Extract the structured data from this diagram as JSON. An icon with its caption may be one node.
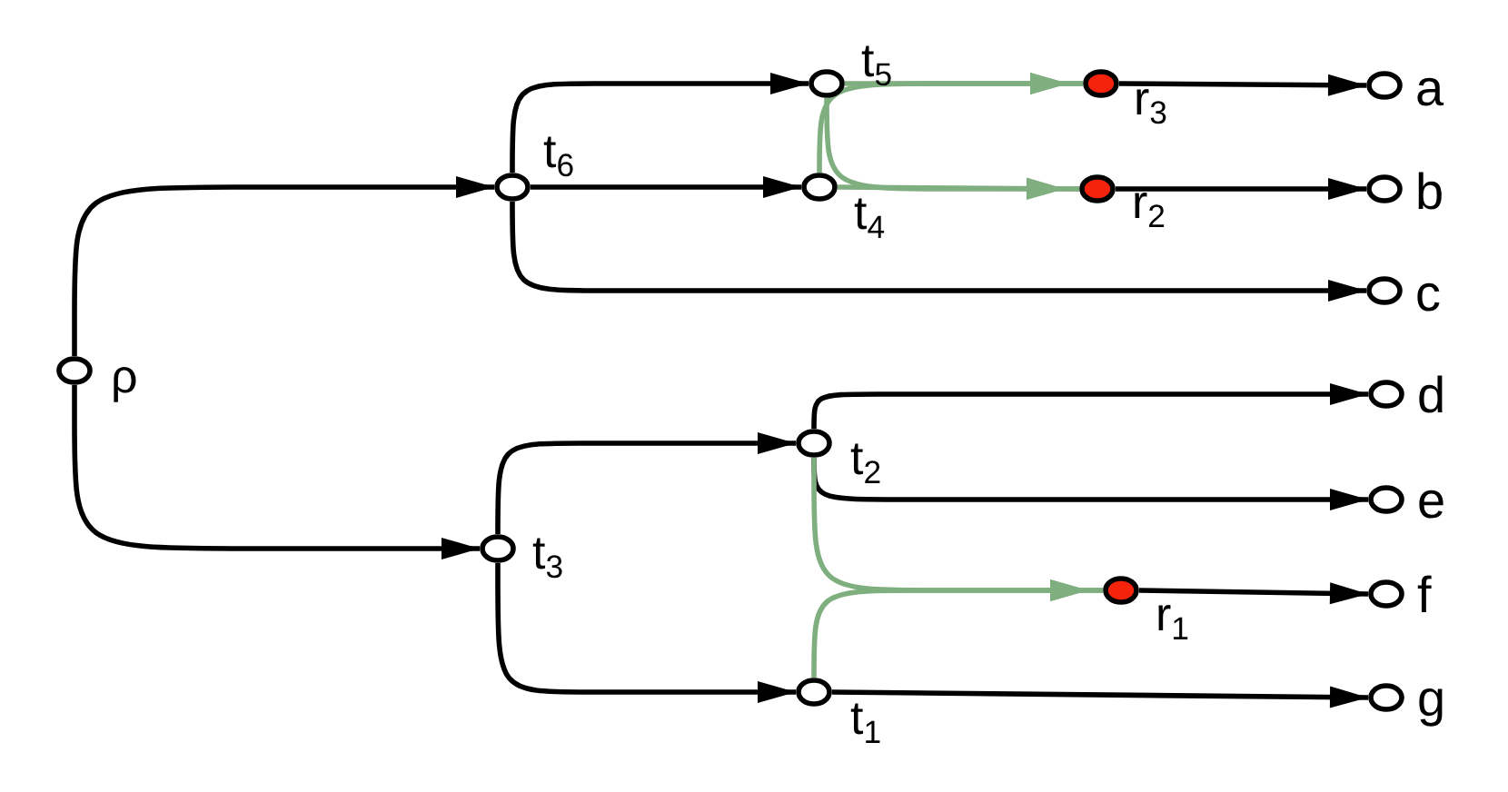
{
  "diagram": {
    "nodes": [
      {
        "text": [],
        "shape": "circle",
        "beside": [
          "ρ"
        ]
      },
      {
        "text": [],
        "shape": "circle",
        "beside": [
          "t$_{6}$"
        ]
      },
      {
        "text": [],
        "shape": "circle",
        "beside": [
          "t$_{5}$"
        ]
      },
      {
        "text": [],
        "shape": "circle",
        "beside": [
          "t$_{4}$"
        ]
      },
      {
        "text": [],
        "shape": "circle",
        "beside": [
          "r$_{3}$"
        ]
      },
      {
        "text": [],
        "shape": "circle",
        "beside": [
          "r$_{2}$"
        ]
      },
      {
        "text": [],
        "shape": "circle",
        "beside": [
          "a"
        ]
      },
      {
        "text": [],
        "shape": "circle",
        "beside": [
          "b"
        ]
      },
      {
        "text": [],
        "shape": "circle",
        "beside": [
          "c"
        ]
      },
      {
        "text": [],
        "shape": "circle",
        "beside": [
          "t$_{3}$"
        ]
      },
      {
        "text": [],
        "shape": "circle",
        "beside": [
          "t$_{2}$"
        ]
      },
      {
        "text": [],
        "shape": "circle",
        "beside": [
          "t$_{1}$"
        ]
      },
      {
        "text": [],
        "shape": "circle",
        "beside": [
          "r$_{1}$"
        ]
      },
      {
        "text": [],
        "shape": "circle",
        "beside": [
          "d"
        ]
      },
      {
        "text": [],
        "shape": "circle",
        "beside": [
          "e"
        ]
      },
      {
        "text": [],
        "shape": "circle",
        "beside": [
          "f"
        ]
      },
      {
        "text": [],
        "shape": "circle",
        "beside": [
          "g"
        ]
      }
    ],
    "edges": [
      {
        "from": 0,
        "to": 1,
        "arrow": "to"
      },
      {
        "from": 0,
        "to": 9,
        "arrow": "to"
      },
      {
        "from": 1,
        "to": 2,
        "arrow": "to"
      },
      {
        "from": 1,
        "to": 3,
        "arrow": "to"
      },
      {
        "from": 1,
        "to": 8,
        "arrow": "to"
      },
      {
        "from": 2,
        "to": 4,
        "arrow": "to",
        "color": "#7fae7f"
      },
      {
        "from": 2,
        "to": 5,
        "arrow": "to",
        "color": "#7fae7f"
      },
      {
        "from": 3,
        "to": 4,
        "arrow": "to",
        "color": "#7fae7f"
      },
      {
        "from": 3,
        "to": 5,
        "arrow": "to",
        "color": "#7fae7f"
      },
      {
        "from": 4,
        "to": 6,
        "arrow": "to"
      },
      {
        "from": 5,
        "to": 7,
        "arrow": "to"
      },
      {
        "from": 9,
        "to": 10,
        "arrow": "to"
      },
      {
        "from": 9,
        "to": 11,
        "arrow": "to"
      },
      {
        "from": 10,
        "to": 13,
        "arrow": "to"
      },
      {
        "from": 10,
        "to": 14,
        "arrow": "to"
      },
      {
        "from": 10,
        "to": 12,
        "arrow": "to",
        "color": "#7fae7f"
      },
      {
        "from": 11,
        "to": 12,
        "arrow": "to",
        "color": "#7fae7f"
      },
      {
        "from": 11,
        "to": 16,
        "arrow": "to"
      },
      {
        "from": 12,
        "to": 15,
        "arrow": "to"
      }
    ]
  }
}
